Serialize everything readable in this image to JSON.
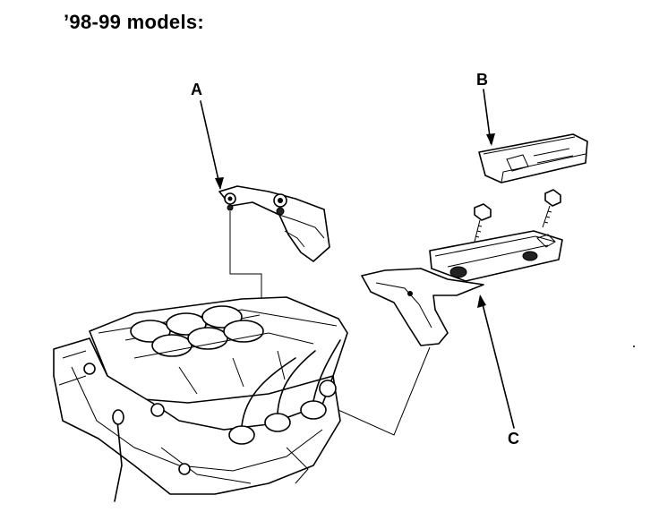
{
  "title": "’98-99 models:",
  "callouts": {
    "a": "A",
    "b": "B",
    "c": "C"
  }
}
